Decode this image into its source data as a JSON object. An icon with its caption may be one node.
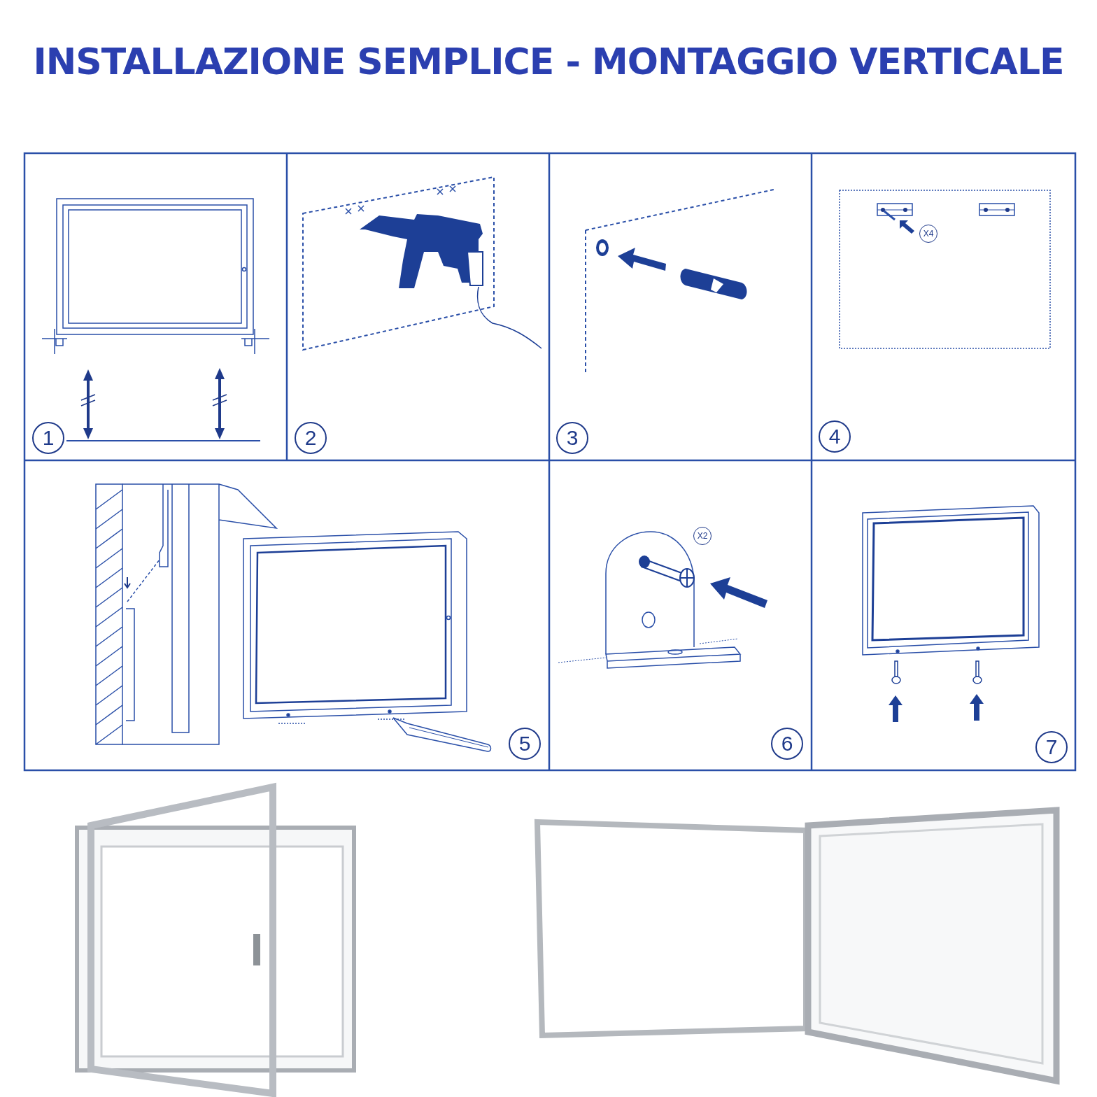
{
  "diagram": {
    "title": "INSTALLAZIONE SEMPLICE - MONTAGGIO VERTICALE",
    "nodes": [
      {
        "text": [
          "1"
        ]
      },
      {
        "text": [
          "2"
        ]
      },
      {
        "text": [
          "3"
        ]
      },
      {
        "text": [
          "4"
        ]
      },
      {
        "text": [
          "X4"
        ]
      },
      {
        "text": [
          "5"
        ]
      },
      {
        "text": [
          "X2"
        ]
      },
      {
        "text": [
          "6"
        ]
      },
      {
        "text": [
          "7"
        ]
      }
    ]
  }
}
